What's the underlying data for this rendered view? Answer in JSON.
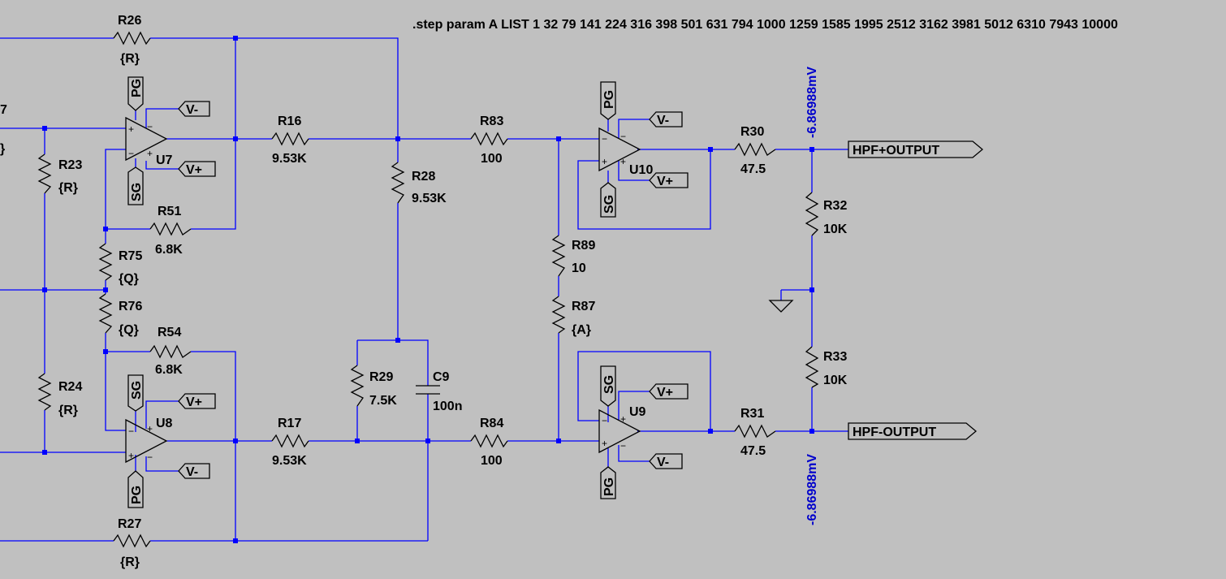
{
  "directive": ".step param A LIST 1 32 79 141 224 316 398 501 631 794 1000 1259 1585 1995 2512 3162 3981 5012 6310 7943 10000",
  "resistors": [
    {
      "ref": "R26",
      "value": "{R}"
    },
    {
      "ref": "R27",
      "value": "{R}"
    },
    {
      "ref": "R23",
      "value": "{R}"
    },
    {
      "ref": "R24",
      "value": "{R}"
    },
    {
      "ref": "R75",
      "value": "{Q}"
    },
    {
      "ref": "R76",
      "value": "{Q}"
    },
    {
      "ref": "R51",
      "value": "6.8K"
    },
    {
      "ref": "R54",
      "value": "6.8K"
    },
    {
      "ref": "R16",
      "value": "9.53K"
    },
    {
      "ref": "R17",
      "value": "9.53K"
    },
    {
      "ref": "R28",
      "value": "9.53K"
    },
    {
      "ref": "R29",
      "value": "7.5K"
    },
    {
      "ref": "R83",
      "value": "100"
    },
    {
      "ref": "R84",
      "value": "100"
    },
    {
      "ref": "R89",
      "value": "10"
    },
    {
      "ref": "R87",
      "value": "{A}"
    },
    {
      "ref": "R30",
      "value": "47.5"
    },
    {
      "ref": "R31",
      "value": "47.5"
    },
    {
      "ref": "R32",
      "value": "10K"
    },
    {
      "ref": "R33",
      "value": "10K"
    }
  ],
  "capacitors": [
    {
      "ref": "C9",
      "value": "100n"
    }
  ],
  "opamps": [
    "U7",
    "U8",
    "U10",
    "U9"
  ],
  "net_labels": {
    "pg": "PG",
    "sg": "SG",
    "vplus": "V+",
    "vminus": "V-"
  },
  "outputs": {
    "pos": "HPF+OUTPUT",
    "neg": "HPF-OUTPUT"
  },
  "voltage_probes": {
    "top": "-6.86988mV",
    "bottom": "-6.86988mV"
  },
  "pin_signs": {
    "plus": "+",
    "minus": "−"
  },
  "edge_fragments": {
    "left_top": "7",
    "left_mid": "}"
  }
}
